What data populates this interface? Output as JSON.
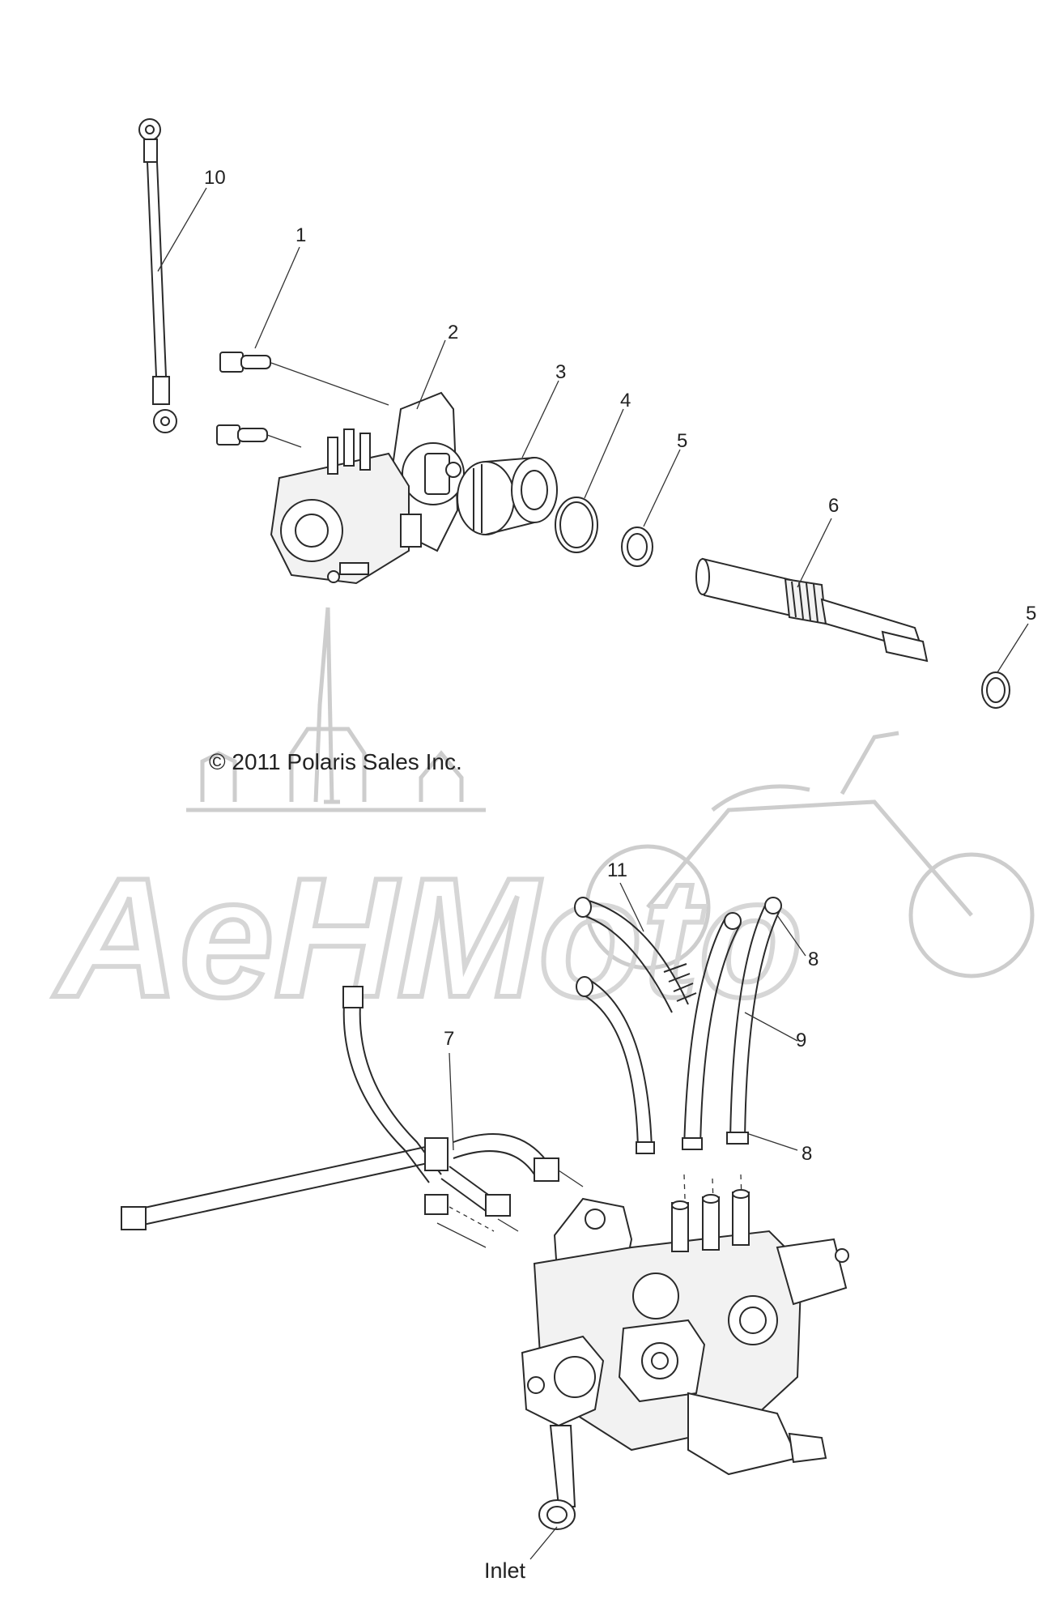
{
  "callouts": {
    "c1": "1",
    "c2": "2",
    "c3": "3",
    "c4": "4",
    "c5a": "5",
    "c5b": "5",
    "c6": "6",
    "c7": "7",
    "c8a": "8",
    "c8b": "8",
    "c9": "9",
    "c10": "10",
    "c11": "11",
    "inlet": "Inlet"
  },
  "copyright": "© 2011 Polaris Sales Inc.",
  "watermark": {
    "text": "AeHMoto",
    "color": "#cccccc"
  }
}
